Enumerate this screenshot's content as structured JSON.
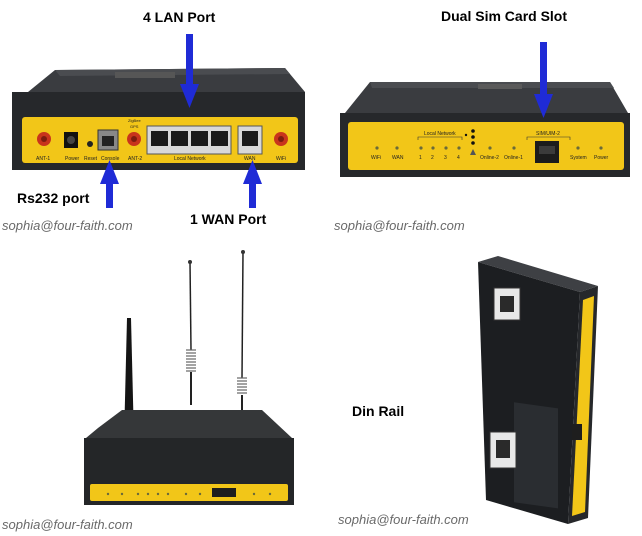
{
  "callouts": {
    "lan_port": "4 LAN Port",
    "dual_sim": "Dual Sim Card Slot",
    "rs232": "Rs232 port",
    "wan_port": "1 WAN Port",
    "din_rail": "Din Rail"
  },
  "watermark": "sophia@four-faith.com",
  "rear_panel_labels": {
    "ant1": "ANT-1",
    "power": "Power",
    "reset": "Reset",
    "console": "Console",
    "zigbee": "ZigBee",
    "gps": "GPS",
    "ant2": "ANT-2",
    "local_network": "Local Network",
    "wan": "WAN",
    "wifi": "WiFi"
  },
  "front_panel_labels": {
    "wifi": "WiFi",
    "wan": "WAN",
    "local_network": "Local Network",
    "port1": "1",
    "port2": "2",
    "port3": "3",
    "port4": "4",
    "online2": "Online-2",
    "online1": "Online-1",
    "sim_uim2": "SIM/UIM-2",
    "system": "System",
    "power": "Power"
  },
  "colors": {
    "router_body": "#2b2d31",
    "panel_yellow": "#f2c618",
    "arrow_blue": "#1f2bd6",
    "antenna_red": "#c8341c"
  }
}
